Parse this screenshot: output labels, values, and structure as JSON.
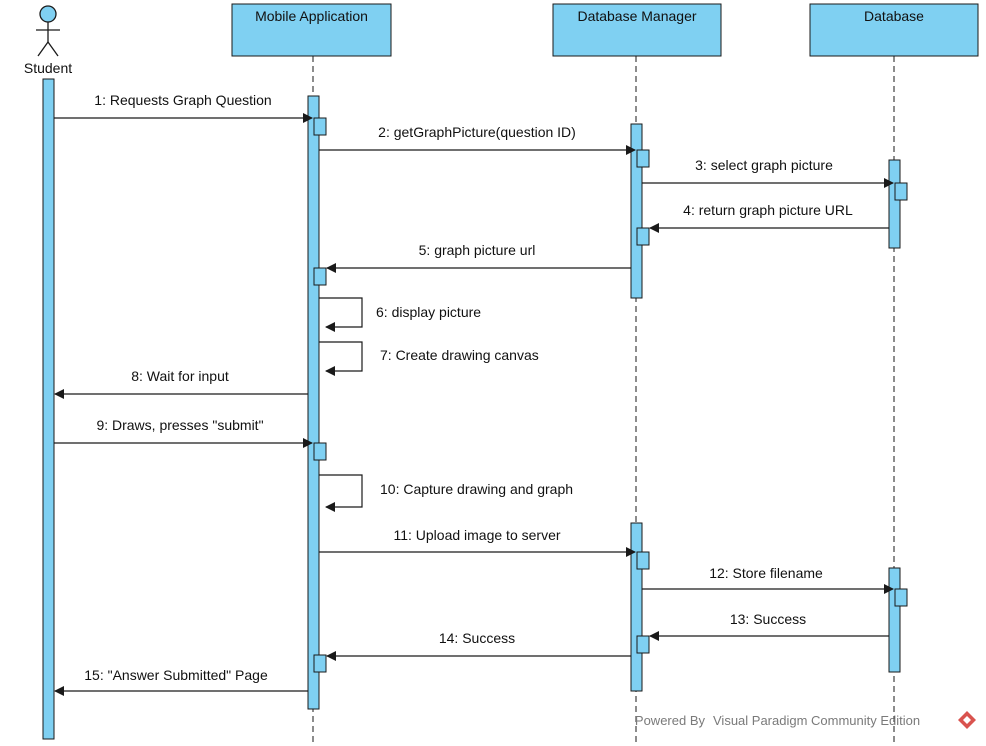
{
  "colors": {
    "lifeline_fill": "#7fd0f2",
    "stroke": "#1a1a1a",
    "text": "#111111",
    "watermark_text": "#7a7a7a",
    "watermark_logo": "#d9534f"
  },
  "actor": {
    "name": "Student"
  },
  "participants": [
    {
      "id": "app",
      "name": "Mobile Application"
    },
    {
      "id": "dbm",
      "name": "Database Manager"
    },
    {
      "id": "db",
      "name": "Database"
    }
  ],
  "messages": [
    {
      "label": "1: Requests Graph Question"
    },
    {
      "label": "2: getGraphPicture(question ID)"
    },
    {
      "label": "3: select graph picture"
    },
    {
      "label": "4: return graph picture URL"
    },
    {
      "label": "5: graph picture url"
    },
    {
      "label": "6: display picture"
    },
    {
      "label": "7: Create drawing canvas"
    },
    {
      "label": "8: Wait for input"
    },
    {
      "label": "9: Draws, presses \"submit\""
    },
    {
      "label": "10: Capture drawing and graph"
    },
    {
      "label": "11: Upload image to server"
    },
    {
      "label": "12: Store filename"
    },
    {
      "label": "13: Success"
    },
    {
      "label": "14: Success"
    },
    {
      "label": "15: \"Answer Submitted\" Page"
    }
  ],
  "watermark": {
    "prefix": "Powered By",
    "product": "Visual Paradigm Community Edition",
    "logo_icon": "visual-paradigm-logo-icon"
  }
}
